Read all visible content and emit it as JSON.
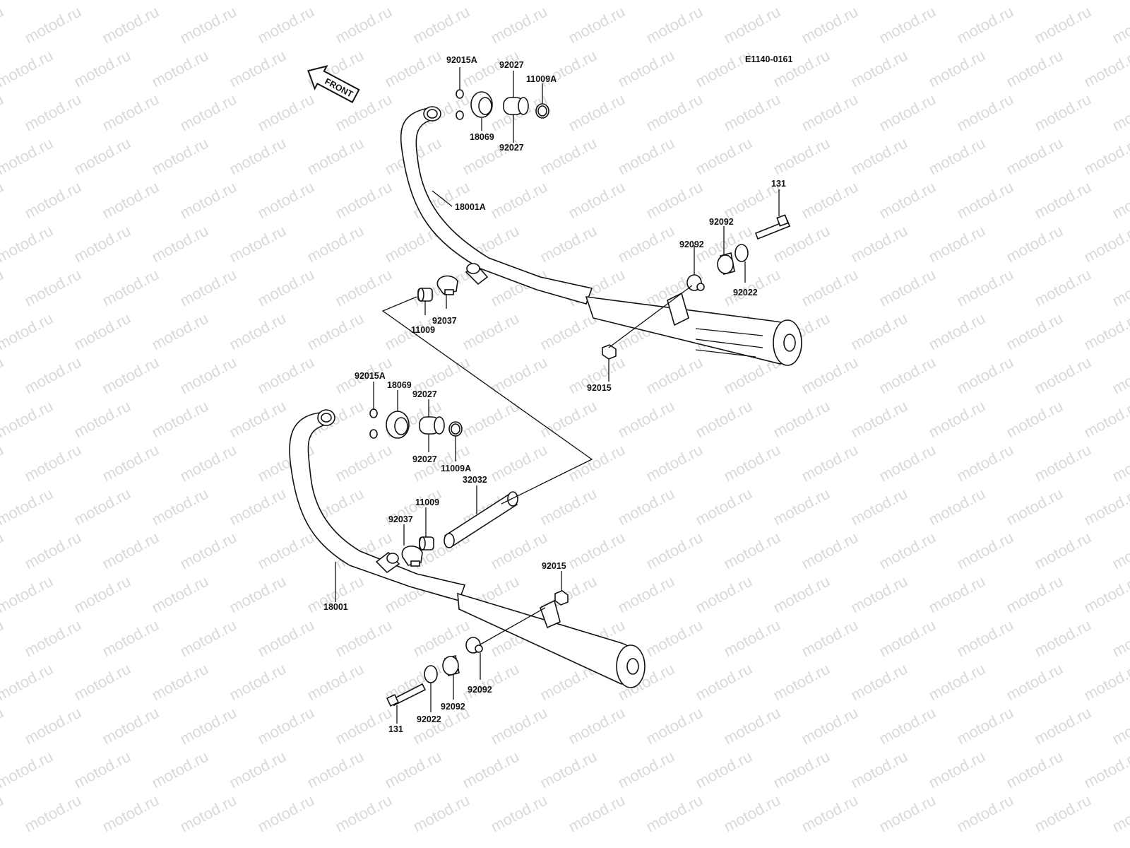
{
  "watermark": "motod.ru",
  "diagram_code": "E1140-0161",
  "front_label": "FRONT",
  "labels": {
    "upper_left_bolt_cap": "92015A",
    "upper_left_collar_top": "92027",
    "upper_left_ring": "11009A",
    "upper_left_flange": "18069",
    "upper_left_collar_bottom": "92027",
    "upper_left_pipe": "18001A",
    "upper_bolt": "131",
    "upper_damper_a": "92092",
    "upper_damper_b": "92092",
    "upper_washer": "92022",
    "upper_clamp": "92037",
    "upper_gasket": "11009",
    "upper_nut": "92015",
    "lower_bolt_cap": "92015A",
    "lower_flange": "18069",
    "lower_collar_top": "92027",
    "lower_collar_bottom": "92027",
    "lower_ring": "11009A",
    "lower_balance_pipe": "32032",
    "lower_gasket": "11009",
    "lower_clamp": "92037",
    "lower_nut": "92015",
    "lower_pipe": "18001",
    "lower_damper_a": "92092",
    "lower_damper_b": "92092",
    "lower_washer": "92022",
    "lower_bolt": "131"
  }
}
